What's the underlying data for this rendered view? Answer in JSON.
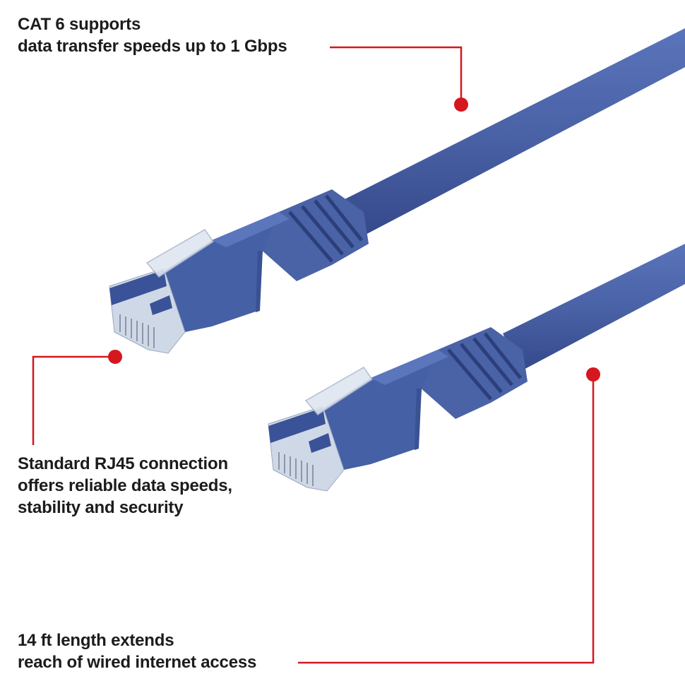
{
  "colors": {
    "accent_red": "#d5171e",
    "cable_blue": "#4a62a6",
    "cable_dark": "#2e437f",
    "text": "#1c1c1c"
  },
  "callouts": [
    {
      "lines": [
        "CAT 6 supports",
        "data transfer speeds up to 1 Gbps"
      ]
    },
    {
      "lines": [
        "Standard RJ45 connection",
        "offers reliable data speeds,",
        "stability and security"
      ]
    },
    {
      "lines": [
        "14 ft length extends",
        "reach of wired internet access"
      ]
    }
  ]
}
